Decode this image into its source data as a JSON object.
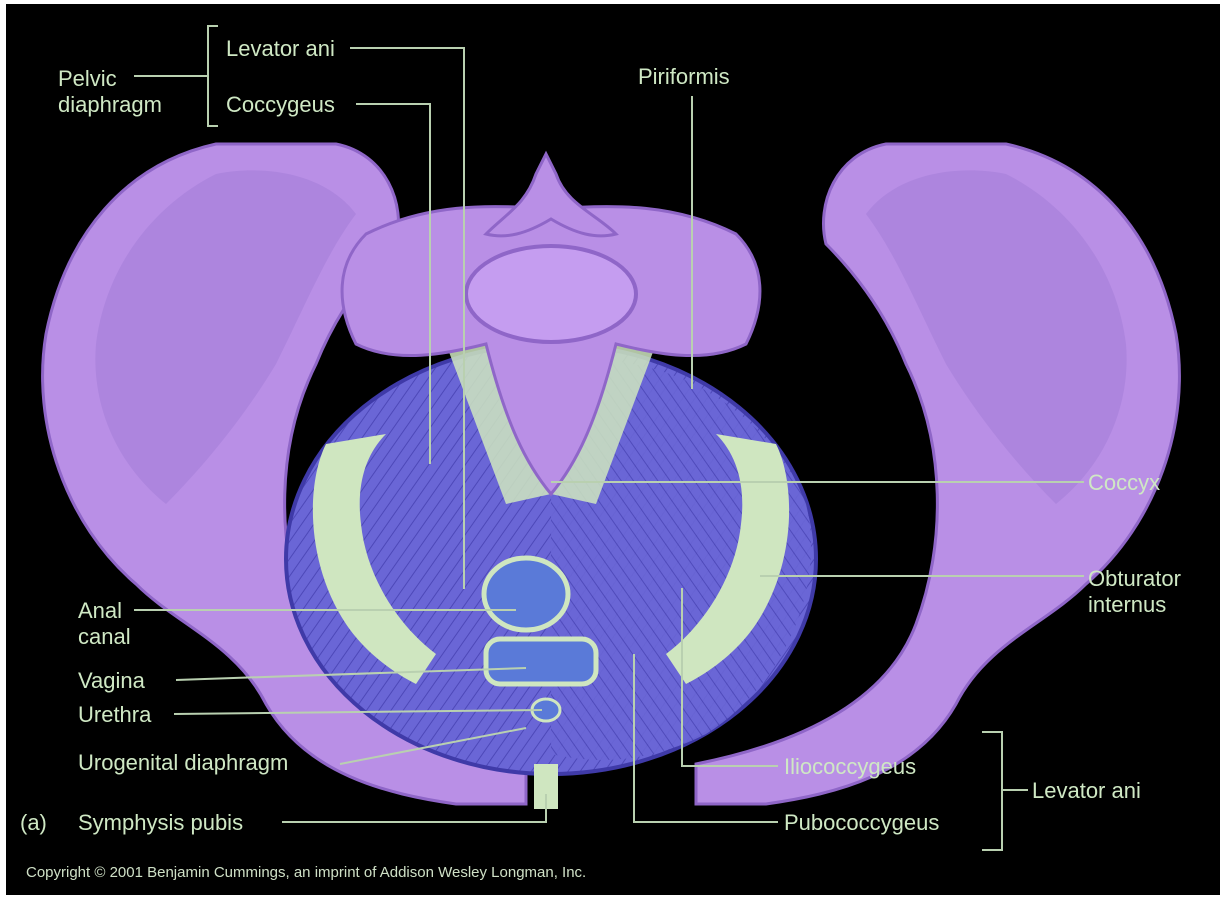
{
  "colors": {
    "background": "#000000",
    "bone": "#b98fe6",
    "bone_shadow": "#8f66c8",
    "muscle": "#6a66d6",
    "muscle_dark": "#3f3aa8",
    "fascia": "#cfe6c0",
    "label_text": "#cfe8c4",
    "leader_line": "#b9d0b0"
  },
  "figure_label": "(a)",
  "labels": {
    "pelvic_diaphragm": "Pelvic\ndiaphragm",
    "levator_ani_top": "Levator ani",
    "coccygeus": "Coccygeus",
    "piriformis": "Piriformis",
    "coccyx": "Coccyx",
    "obturator_internus": "Obturator\ninternus",
    "anal_canal": "Anal\ncanal",
    "vagina": "Vagina",
    "urethra": "Urethra",
    "urogenital_diaphragm": "Urogenital diaphragm",
    "symphysis_pubis": "Symphysis pubis",
    "iliococcygeus": "Iliococcygeus",
    "pubococcygeus": "Pubococcygeus",
    "levator_ani_right": "Levator ani"
  },
  "copyright": "Copyright © 2001 Benjamin Cummings, an imprint of Addison Wesley Longman, Inc."
}
